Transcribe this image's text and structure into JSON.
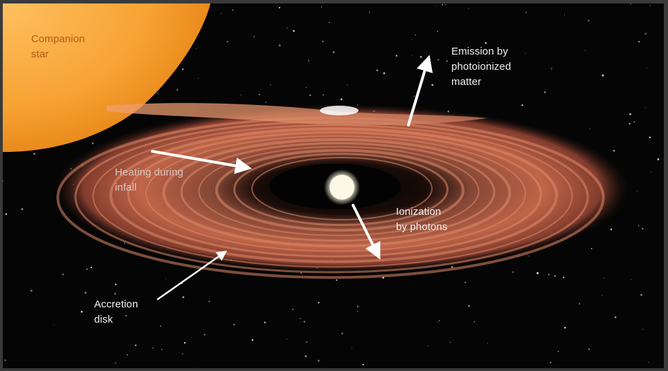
{
  "diagram": {
    "labels": {
      "companion_star": "Companion\nstar",
      "emission": "Emission by\nphotoionized\nmatter",
      "heating": "Heating during\ninfall",
      "ionization": "Ionization\nby photons",
      "accretion_disk": "Accretion\ndisk"
    },
    "colors": {
      "star": "#f7a233",
      "disk": "#c96a4c",
      "background": "#050505",
      "arrow": "#ffffff"
    }
  }
}
